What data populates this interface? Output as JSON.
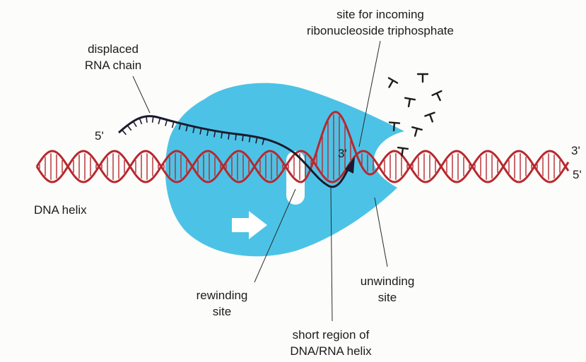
{
  "colors": {
    "polymerase": "#4cc3e6",
    "dna": "#b8282e",
    "rna": "#1a1a2e",
    "arrow": "#ffffff",
    "text": "#1c1c1c"
  },
  "labels": {
    "incoming_site_line1": "site for incoming",
    "incoming_site_line2": "ribonucleoside triphosphate",
    "displaced_rna_line1": "displaced",
    "displaced_rna_line2": "RNA chain",
    "rna_five_prime": "5'",
    "rna_three_prime": "3'",
    "dna_helix": "DNA helix",
    "dna_three_prime": "3'",
    "dna_five_prime": "5'",
    "rewinding_line1": "rewinding",
    "rewinding_line2": "site",
    "unwinding_line1": "unwinding",
    "unwinding_line2": "site",
    "short_region_line1": "short region of",
    "short_region_line2": "DNA/RNA helix"
  },
  "icons": {
    "direction_arrow": "right-arrow-icon",
    "nucleotides": "ntp-glyph-icon"
  }
}
